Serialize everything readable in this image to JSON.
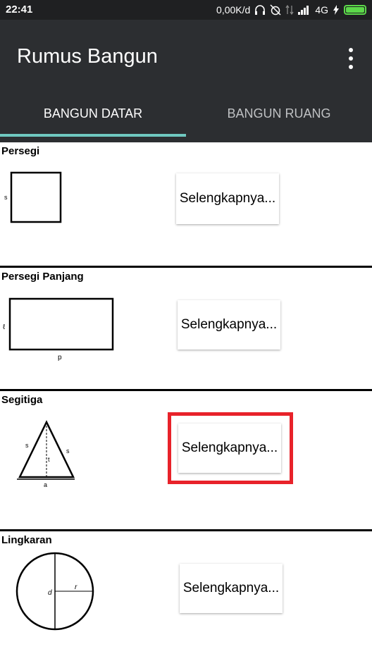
{
  "status_bar": {
    "time": "22:41",
    "network_speed": "0,00K/d",
    "network_type": "4G",
    "icons": [
      "headphones-icon",
      "alarm-off-icon",
      "data-arrows-icon",
      "signal-icon",
      "charging-icon",
      "battery-icon"
    ]
  },
  "app_bar": {
    "title": "Rumus Bangun",
    "menu_icon": "more-vert-icon"
  },
  "tabs": [
    {
      "label": "BANGUN DATAR",
      "active": true
    },
    {
      "label": "BANGUN RUANG",
      "active": false
    }
  ],
  "shapes": [
    {
      "label": "Persegi",
      "button": "Selengkapnya...",
      "diagram_labels": [
        "s"
      ]
    },
    {
      "label": "Persegi Panjang",
      "button": "Selengkapnya...",
      "diagram_labels": [
        "ℓ",
        "p"
      ]
    },
    {
      "label": "Segitiga",
      "button": "Selengkapnya...",
      "diagram_labels": [
        "s",
        "s",
        "t",
        "a"
      ]
    },
    {
      "label": "Lingkaran",
      "button": "Selengkapnya...",
      "diagram_labels": [
        "d",
        "r"
      ]
    }
  ],
  "colors": {
    "app_bar": "#2c2e31",
    "status_bar": "#1f2022",
    "tab_indicator": "#6fc8c0",
    "highlight": "#e8222a",
    "battery": "#5cd84a"
  }
}
